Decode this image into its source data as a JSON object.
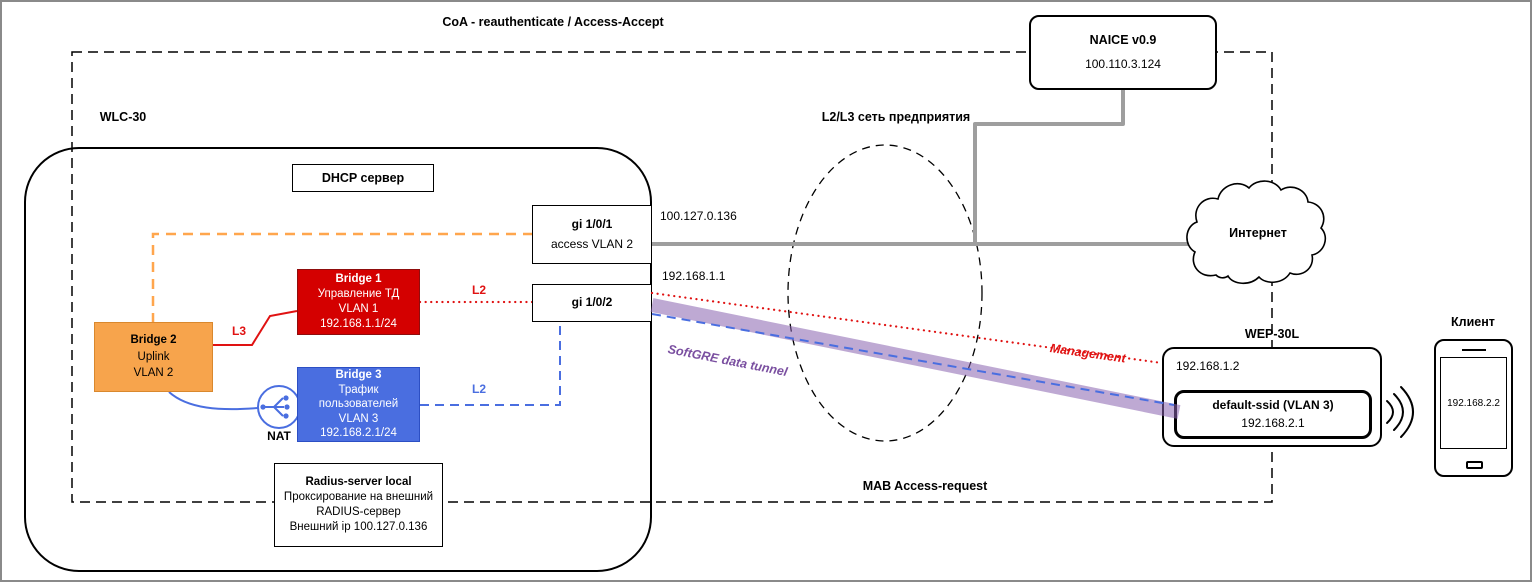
{
  "labels": {
    "coa": "CoA - reauthenticate / Access-Accept",
    "mab": "MAB Access-request",
    "enterprise": "L2/L3 сеть предприятия",
    "internet": "Интернет"
  },
  "naice": {
    "title": "NAICE v0.9",
    "ip": "100.110.3.124"
  },
  "wlc": {
    "title": "WLC-30",
    "dhcp_label": "DHCP сервер",
    "gi101": {
      "name": "gi 1/0/1",
      "mode": "access VLAN 2",
      "ip": "100.127.0.136"
    },
    "gi102": {
      "name": "gi 1/0/2",
      "ip": "192.168.1.1"
    },
    "bridge1": {
      "title": "Bridge 1",
      "role": "Управление ТД",
      "vlan": "VLAN 1",
      "ip": "192.168.1.1/24"
    },
    "bridge2": {
      "title": "Bridge 2",
      "role": "Uplink",
      "vlan": "VLAN 2"
    },
    "bridge3": {
      "title": "Bridge 3",
      "role": "Трафик пользователей",
      "vlan": "VLAN 3",
      "ip": "192.168.2.1/24"
    },
    "nat_label": "NAT",
    "radius": {
      "title": "Radius-server local",
      "line1": "Проксирование на внешний",
      "line2": "RADIUS-сервер",
      "line3": "Внешний ip 100.127.0.136"
    }
  },
  "links": {
    "l3": "L3",
    "l2_mgmt": "L2",
    "l2_user": "L2",
    "management": "Management",
    "softgre": "SoftGRE data tunnel"
  },
  "wep": {
    "title": "WEP-30L",
    "ip": "192.168.1.2",
    "ssid": "default-ssid (VLAN 3)",
    "ssid_ip": "192.168.2.1"
  },
  "client": {
    "title": "Клиент",
    "ip": "192.168.2.2"
  },
  "colors": {
    "red": "#e01212",
    "orange_fill": "#f7a44c",
    "orange_line": "#ffa64d",
    "blue": "#4a6ee0",
    "purple": "#8a63b0",
    "purple_text": "#7a4fa0",
    "gray": "#9e9e9e",
    "bridge1_fill": "#d40000"
  }
}
